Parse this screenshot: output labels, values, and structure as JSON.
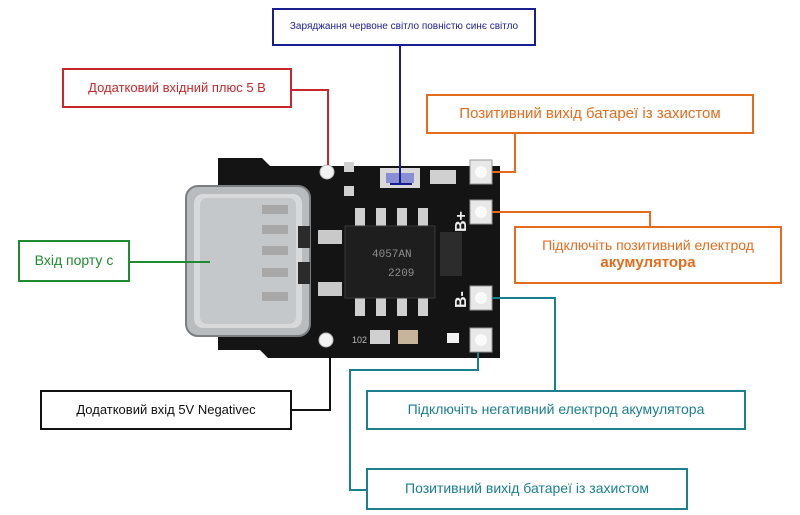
{
  "labels": {
    "charging_led": "Заряджання червоне світло повністю синє світло",
    "extra_plus_input": "Додатковий вхідний плюс 5 В",
    "battery_out_top": "Позитивний вихід батареї із захистом",
    "port_c_input": "Вхід порту с",
    "battery_positive_connect_line1": "Підключіть позитивний електрод",
    "battery_positive_connect_line2": "акумулятора",
    "extra_negative_input": "Додатковий вхід 5V Negativec",
    "battery_negative_connect": "Підключіть негативний електрод акумулятора",
    "battery_out_bottom": "Позитивний вихід батареї із захистом"
  },
  "board": {
    "chip_marking_line1": "4057AN",
    "chip_marking_line2": "2209",
    "pad_b_plus": "B+",
    "pad_b_minus": "B-",
    "resistor_code": "102"
  },
  "colors": {
    "blue": "#1a1f8f",
    "red": "#c8282d",
    "orange": "#e36c1e",
    "green": "#1f8a2e",
    "black": "#111111",
    "teal": "#1b7f8e"
  }
}
